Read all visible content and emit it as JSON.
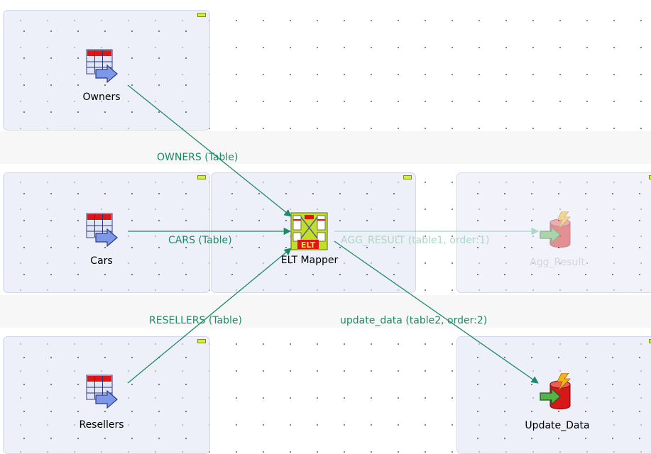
{
  "components": {
    "owners": "Owners",
    "cars": "Cars",
    "resellers": "Resellers",
    "elt_mapper": "ELT Mapper",
    "elt_badge": "ELT",
    "agg_result": "Agg_Result",
    "update_data": "Update_Data"
  },
  "links": {
    "owners": "OWNERS (Table)",
    "cars": "CARS (Table)",
    "resellers": "RESELLERS (Table)",
    "agg_result": "AGG_RESULT (table1, order:1)",
    "update_data": "update_data (table2, order:2)"
  },
  "colors": {
    "link": "#1d8a65",
    "link_faded": "#a9d8c6",
    "zone_fill": "#e1e4f5",
    "minimize_button": "#d8ec3a"
  }
}
